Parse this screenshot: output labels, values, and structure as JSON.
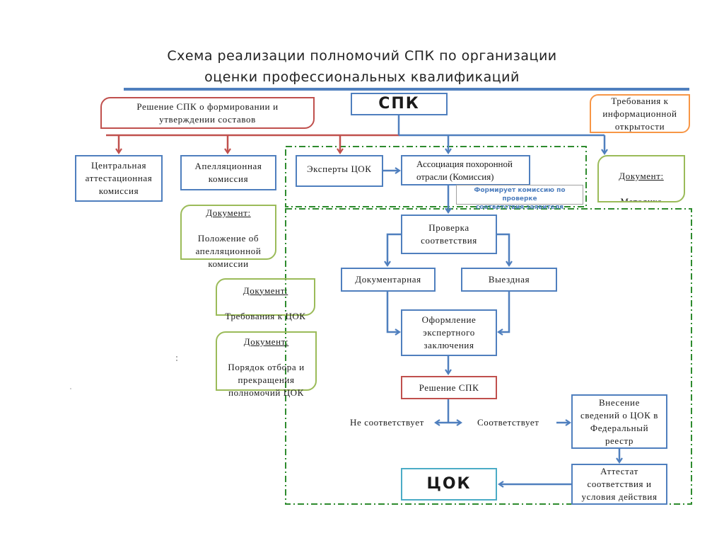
{
  "title": {
    "line1": "Схема реализации полномочий СПК по организации",
    "line2": "оценки  профессиональных квалификаций"
  },
  "nodes": {
    "spk": "СПК",
    "decision_compose": "Решение СПК о формировании и\nутверждении составов",
    "info_openness": "Требования к\nинформационной\nоткрытости",
    "central_commission": "Центральная\nаттестационная\nкомиссия",
    "appeal_commission": "Апелляционная\nкомиссия",
    "experts_cok": "Эксперты    ЦОК",
    "association": "Ассоциация похоронной\nотрасли (Комиссия)",
    "association_note": "Формирует комиссию по проверке\nсоответствия заявителя",
    "check": "Проверка\nсоответствия",
    "documentary": "Документарная",
    "onsite": "Выездная",
    "expert_conclusion": "Оформление\nэкспертного\nзаключения",
    "spk_decision": "Решение СПК",
    "registry": "Внесение\nсведений о ЦОК в\nФедеральный\nреестр",
    "certificate": "Аттестат\nсоответствия и\nусловия действия",
    "cok": "ЦОК"
  },
  "documents": {
    "heading": "Документ",
    "methodology": "Методика\nопределения\nстонмости",
    "appeal_regulation": "Положение об\nапелляционной\nкомиссии",
    "cok_requirements": "Требования к ЦОК",
    "cok_selection": "Порядок отбора и\nпрекращения\nполномочий ЦОК"
  },
  "labels": {
    "not_compliant": "Не соответствует",
    "compliant": "Соответствует"
  },
  "colors": {
    "blue": "#4f7fbe",
    "red": "#c0504d",
    "green": "#9bbb59",
    "orange": "#f79646",
    "dash_green": "#2e8b2e",
    "cyan": "#4bacc6"
  }
}
